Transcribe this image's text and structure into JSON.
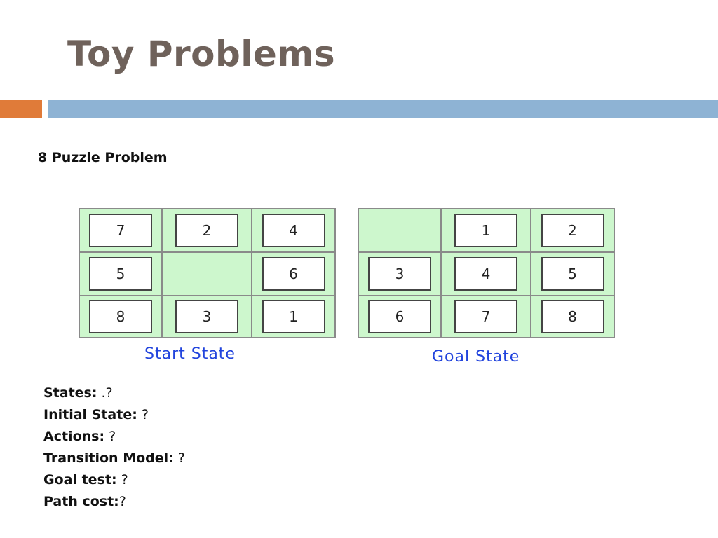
{
  "slide": {
    "title": "Toy Problems",
    "subheading": "8 Puzzle Problem"
  },
  "colors": {
    "title": "#6f625b",
    "accent_orange": "#e07b39",
    "accent_blue": "#8eb3d4",
    "board_fill": "#cdf7cd",
    "caption": "#2244dd"
  },
  "start_state": {
    "caption": "Start State",
    "tiles": [
      "7",
      "2",
      "4",
      "5",
      "",
      "6",
      "8",
      "3",
      "1"
    ]
  },
  "goal_state": {
    "caption": "Goal State",
    "tiles": [
      "",
      "1",
      "2",
      "3",
      "4",
      "5",
      "6",
      "7",
      "8"
    ]
  },
  "questions": [
    {
      "label": "States:",
      "value": " .?"
    },
    {
      "label": "Initial State:",
      "value": " ?"
    },
    {
      "label": "Actions:",
      "value": " ?"
    },
    {
      "label": "Transition Model:",
      "value": " ?"
    },
    {
      "label": "Goal test:",
      "value": " ?"
    },
    {
      "label": "Path cost:",
      "value": "?"
    }
  ]
}
